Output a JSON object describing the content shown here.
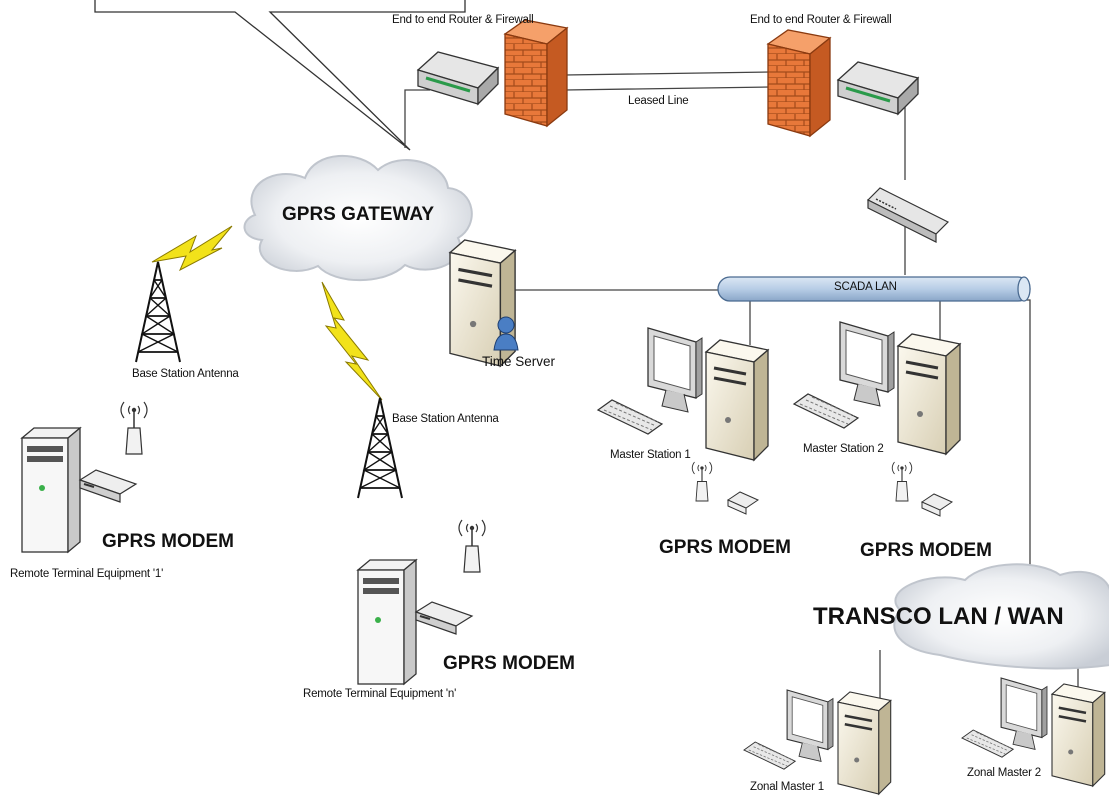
{
  "network": {
    "router_left_label": "End to end Router & Firewall",
    "router_right_label": "End to end Router & Firewall",
    "leased_line_label": "Leased Line",
    "gprs_gateway_label": "GPRS GATEWAY",
    "scada_lan_label": "SCADA LAN",
    "time_server_label": "Time Server",
    "base_station_1_label": "Base Station Antenna",
    "base_station_2_label": "Base Station Antenna",
    "master_station_1_label": "Master Station 1",
    "master_station_2_label": "Master Station 2",
    "modem_rte1_label": "GPRS MODEM",
    "modem_rten_label": "GPRS MODEM",
    "modem_ms1_label": "GPRS MODEM",
    "modem_ms2_label": "GPRS MODEM",
    "rte_1_label": "Remote Terminal Equipment '1'",
    "rte_n_label": "Remote Terminal Equipment 'n'",
    "transco_label": "TRANSCO LAN / WAN",
    "zonal_master_1_label": "Zonal Master 1",
    "zonal_master_2_label": "Zonal Master 2"
  },
  "colors": {
    "firewall": "#e8783a",
    "lan_bus": "#b7cde6",
    "cloud": "#d9dde3",
    "lightning": "#f2e21a",
    "equipment": "#f0ead8"
  }
}
